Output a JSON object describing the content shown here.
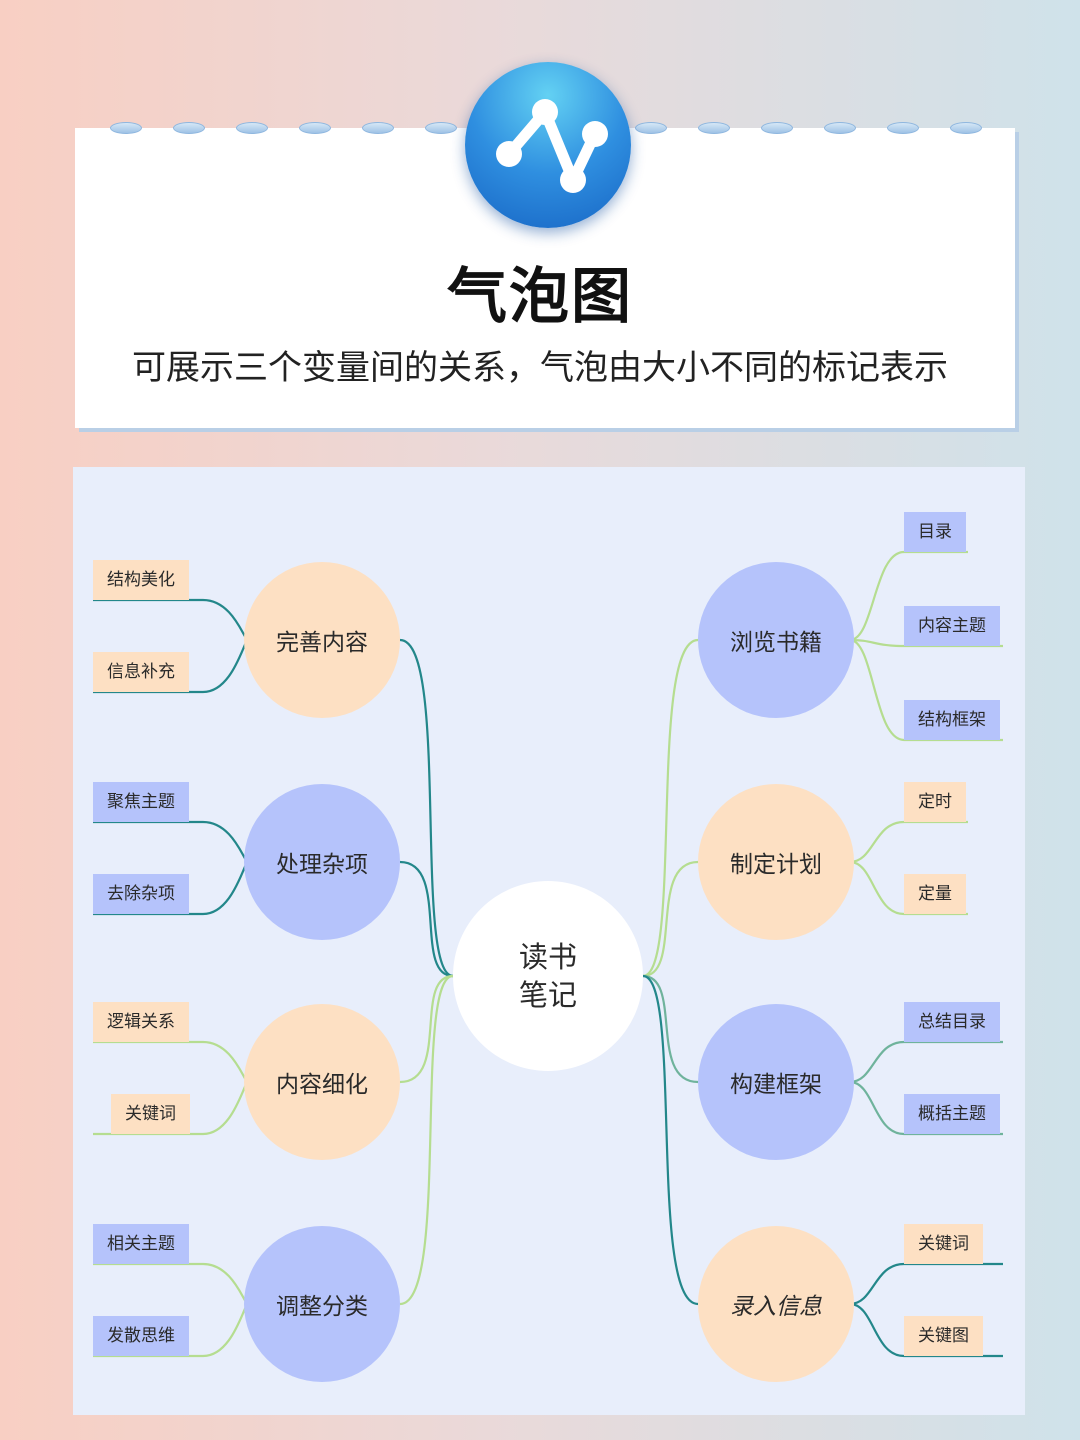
{
  "header": {
    "title": "气泡图",
    "subtitle": "可展示三个变量间的关系，气泡由大小不同的标记表示",
    "logo_icon": "line-chart-icon"
  },
  "colors": {
    "bubble_peach": "#fde0c3",
    "bubble_blue": "#b5c3fb",
    "center": "#ffffff",
    "line_dark_teal": "#23878a",
    "line_light_green": "#b5dd90",
    "line_mid_green": "#6fb39c"
  },
  "mindmap": {
    "center": {
      "line1": "读书",
      "line2": "笔记"
    },
    "left": [
      {
        "label": "完善内容",
        "color": "peach",
        "children": [
          "结构美化",
          "信息补充"
        ]
      },
      {
        "label": "处理杂项",
        "color": "blue",
        "children": [
          "聚焦主题",
          "去除杂项"
        ]
      },
      {
        "label": "内容细化",
        "color": "peach",
        "children": [
          "逻辑关系",
          "关键词"
        ]
      },
      {
        "label": "调整分类",
        "color": "blue",
        "children": [
          "相关主题",
          "发散思维"
        ]
      }
    ],
    "right": [
      {
        "label": "浏览书籍",
        "color": "blue",
        "children": [
          "目录",
          "内容主题",
          "结构框架"
        ]
      },
      {
        "label": "制定计划",
        "color": "peach",
        "children": [
          "定时",
          "定量"
        ]
      },
      {
        "label": "构建框架",
        "color": "blue",
        "children": [
          "总结目录",
          "概括主题"
        ]
      },
      {
        "label": "录入信息",
        "color": "peach",
        "children": [
          "关键词",
          "关键图"
        ]
      }
    ]
  }
}
